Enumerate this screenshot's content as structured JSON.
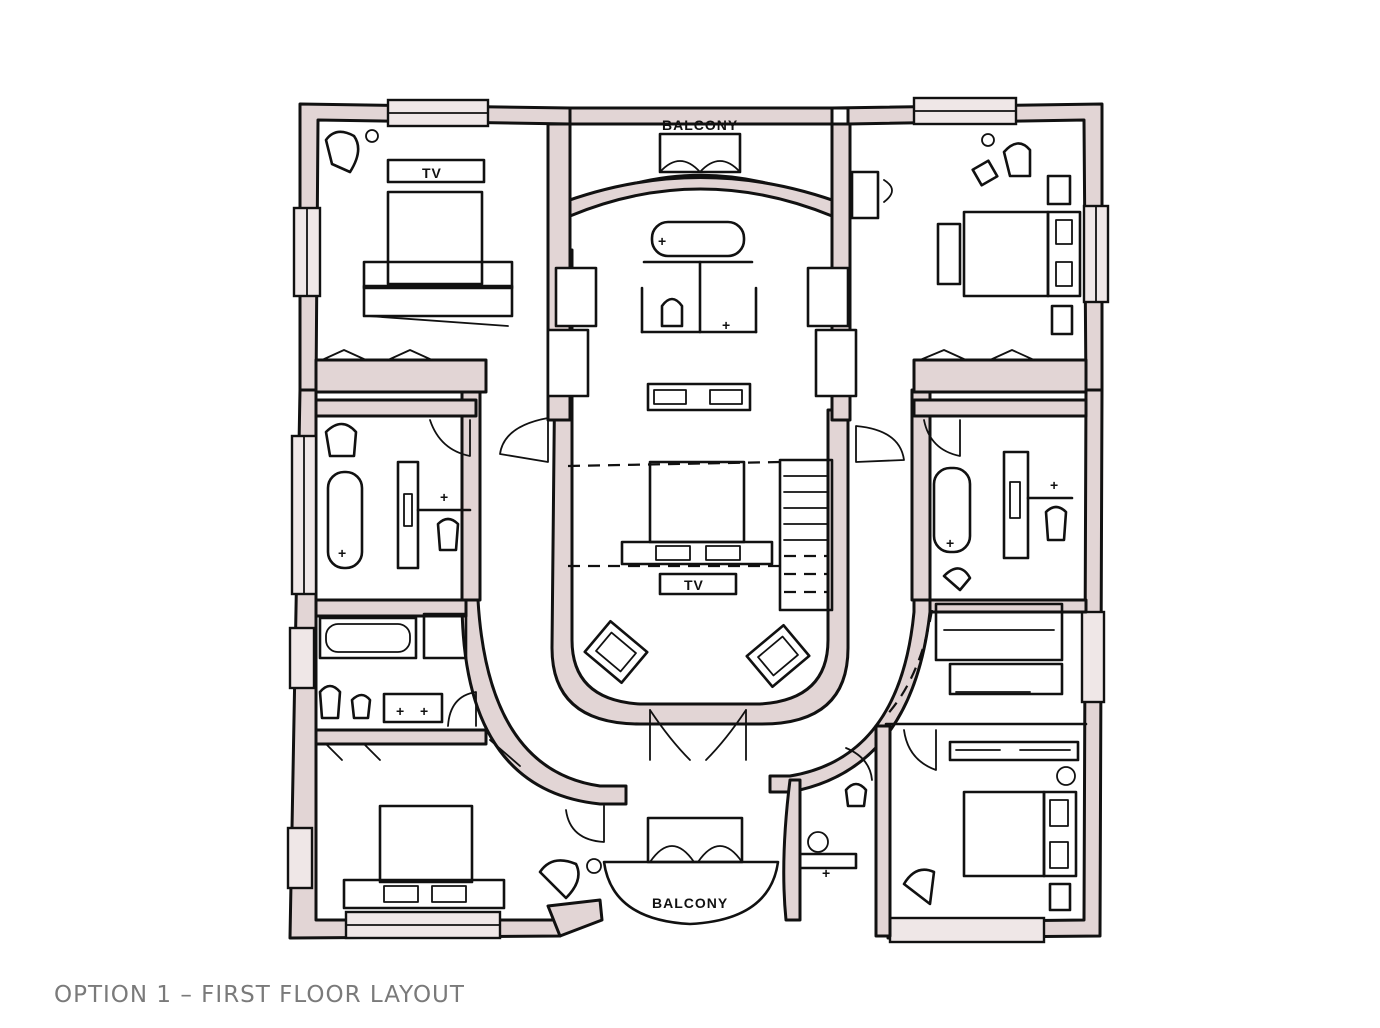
{
  "caption": "OPTION 1 – FIRST FLOOR LAYOUT",
  "labels": {
    "balcony_top": "BALCONY",
    "balcony_bottom": "BALCONY",
    "tv_top_left": "TV",
    "tv_center": "TV"
  },
  "colors": {
    "wall_fill": "#e2d5d5",
    "line": "#111111",
    "caption": "#7a7a7a"
  }
}
